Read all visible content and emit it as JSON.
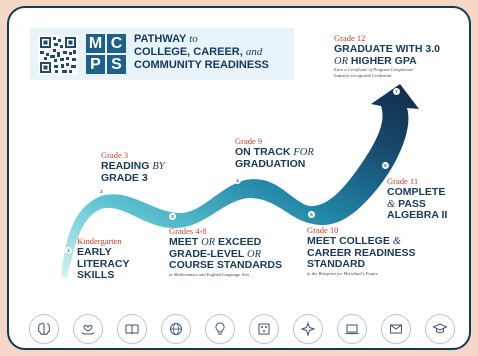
{
  "header": {
    "logo_letters": [
      "M",
      "C",
      "P",
      "S"
    ],
    "title_line1_bold": "PATHWAY",
    "title_line1_italic": "to",
    "title_line2_bold": "COLLEGE, CAREER,",
    "title_line2_italic": "and",
    "title_line3": "COMMUNITY READINESS"
  },
  "stages": [
    {
      "number": "1",
      "grade": "Kindergarten",
      "lines": [
        "EARLY",
        "LITERACY",
        "SKILLS"
      ]
    },
    {
      "number": "2",
      "grade": "Grade 3",
      "line1_bold": "READING",
      "line1_italic": "BY",
      "line2": "GRADE 3"
    },
    {
      "number": "3",
      "grade": "Grades 4-8",
      "line1_bold_a": "MEET",
      "line1_italic": "OR",
      "line1_bold_b": "EXCEED",
      "line2_bold": "GRADE-LEVEL",
      "line2_italic": "OR",
      "line3": "COURSE STANDARDS",
      "sub": "in Mathematics and English/Language Arts"
    },
    {
      "number": "4",
      "grade": "Grade 9",
      "line1_bold": "ON TRACK",
      "line1_italic": "FOR",
      "line2": "GRADUATION"
    },
    {
      "number": "5",
      "grade": "Grade 10",
      "line1_bold": "MEET COLLEGE",
      "line1_italic": "&",
      "line2": "CAREER READINESS",
      "line3": "STANDARD",
      "sub": "in the Blueprint for Maryland's Future"
    },
    {
      "number": "6",
      "grade": "Grade 11",
      "line1": "COMPLETE",
      "line2_italic": "&",
      "line2_bold": "PASS",
      "line3": "ALGEBRA II"
    },
    {
      "number": "7",
      "grade": "Grade 12",
      "line1": "GRADUATE WITH 3.0",
      "line2_italic": "OR",
      "line2_bold": "HIGHER GPA",
      "sub1": "Earn a Certificate of Program Completion/",
      "sub2": "Industry-recognized Credential."
    }
  ],
  "icons": [
    "brain-icon",
    "heart-hands-icon",
    "book-icon",
    "globe-icon",
    "lightbulb-icon",
    "abacus-icon",
    "compass-icon",
    "laptop-icon",
    "envelope-icon",
    "graduation-cap-icon"
  ],
  "colors": {
    "background": "#f6d6c4",
    "border": "#0f3a58",
    "navy": "#173a5a",
    "grade_red": "#c83a2c",
    "arrow_start": "#c8eef2",
    "arrow_end": "#0f2f4a"
  }
}
